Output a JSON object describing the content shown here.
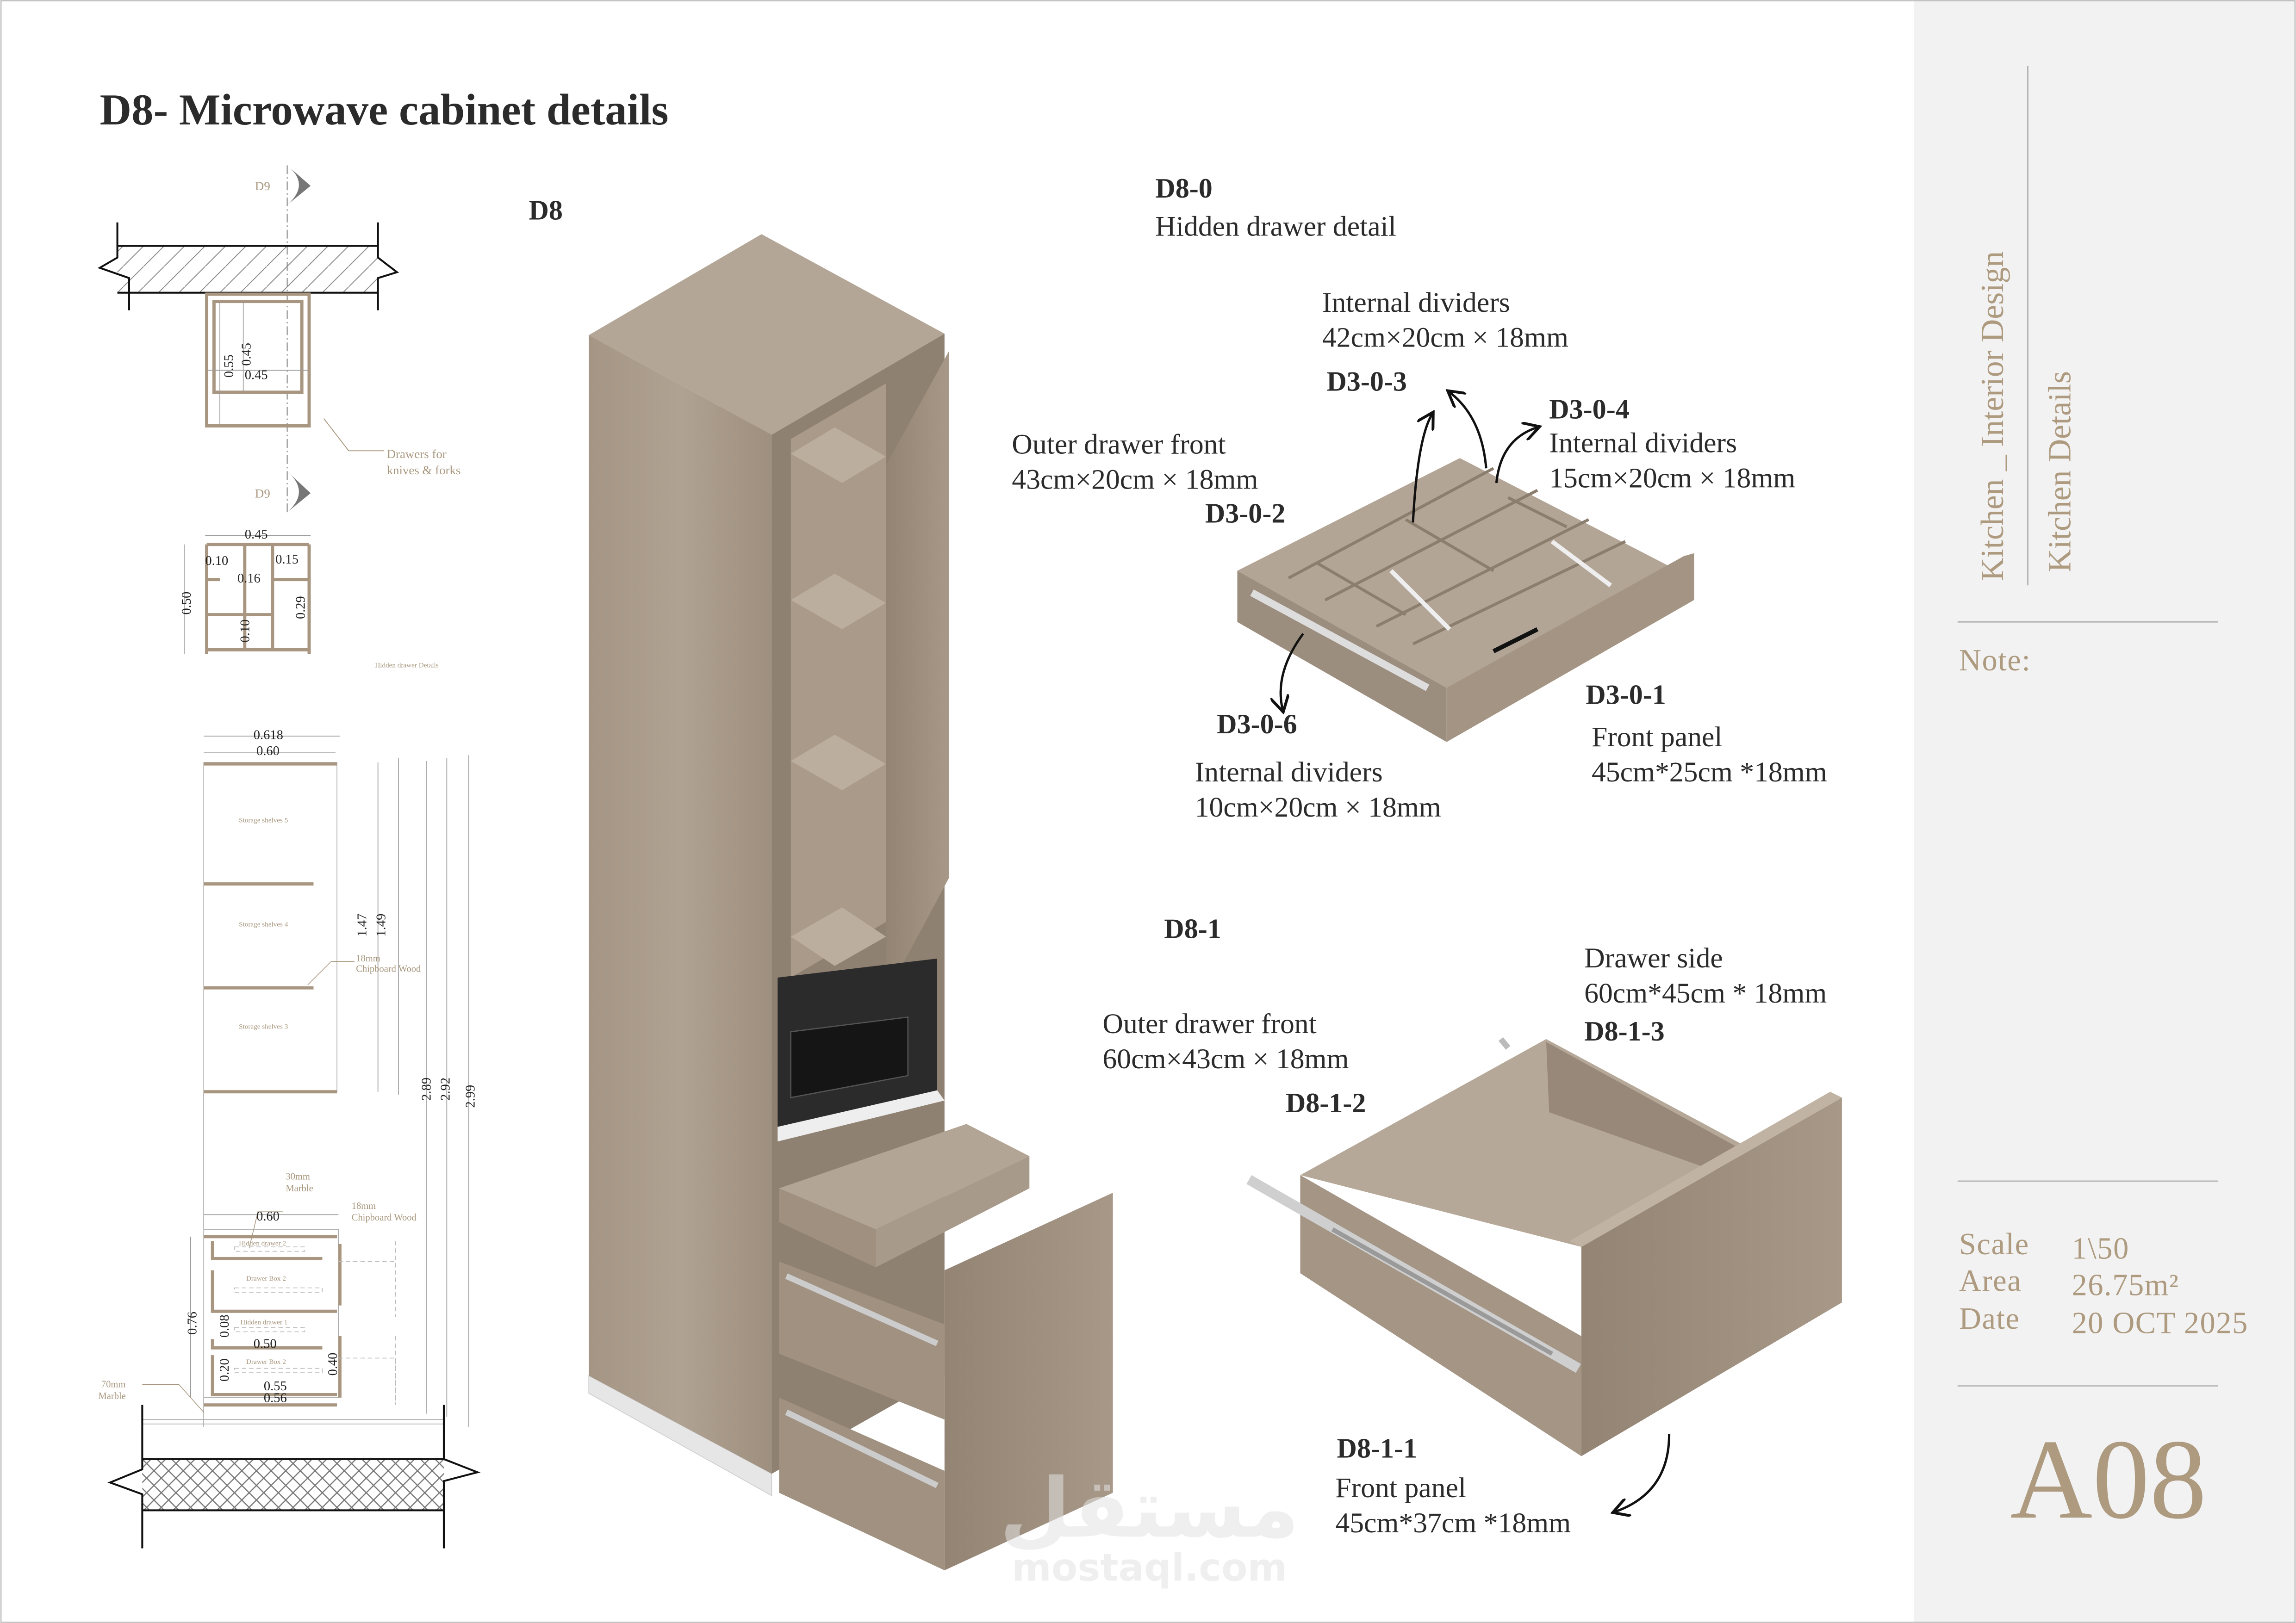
{
  "page": {
    "title": "D8- Microwave cabinet details",
    "main_view_label": "D8"
  },
  "technical_drawings": {
    "plan_upper": {
      "section_marker": "D9",
      "dims": [
        "0.55",
        "0.45",
        "0.45"
      ],
      "note_line1": "Drawers for",
      "note_line2": "knives & forks"
    },
    "plan_lower": {
      "section_marker": "D9",
      "dims": {
        "width": "0.45",
        "left_top": "0.10",
        "right_top": "0.15",
        "middle": "0.16",
        "height": "0.50",
        "right_height": "0.29",
        "bottom": "0.10"
      },
      "caption": "Hidden drawer Details"
    },
    "elevation": {
      "dims_top": [
        "0.618",
        "0.60"
      ],
      "shelves": [
        "Storage shelves 5",
        "Storage shelves 4",
        "Storage shelves 3"
      ],
      "dims_vertical": [
        "1.47",
        "1.49",
        "2.89",
        "2.92",
        "2.99"
      ],
      "note_chipboard_1": "18mm",
      "note_chipboard_2": "Chipboard Wood",
      "note_marble30_1": "30mm",
      "note_marble30_2": "Marble",
      "note_chipboard_b1": "18mm",
      "note_chipboard_b2": "Chipboard Wood",
      "note_marble70_1": "70mm",
      "note_marble70_2": "Marble",
      "lower_width": "0.60",
      "drawers": [
        "Hidden drawer 2",
        "Drawer  Box 2",
        "Hidden drawer 1",
        "Drawer  Box 2"
      ],
      "lower_dims": {
        "total": "0.76",
        "d008": "0.08",
        "d050": "0.50",
        "d020": "0.20",
        "d040": "0.40",
        "d055": "0.55",
        "d056": "0.56"
      }
    }
  },
  "d8_0": {
    "code": "D8-0",
    "subtitle": "Hidden drawer detail",
    "callouts": {
      "d3_0_3": {
        "code": "D3-0-3",
        "line1": "Internal dividers",
        "line2": "42cm×20cm × 18mm"
      },
      "d3_0_4": {
        "code": "D3-0-4",
        "line1": "Internal dividers",
        "line2": "15cm×20cm × 18mm"
      },
      "d3_0_2": {
        "code": "D3-0-2",
        "line1": "Outer drawer front",
        "line2": "43cm×20cm × 18mm"
      },
      "d3_0_6": {
        "code": "D3-0-6",
        "line1": "Internal dividers",
        "line2": "10cm×20cm × 18mm"
      },
      "d3_0_1": {
        "code": "D3-0-1",
        "line1": "Front panel",
        "line2": "45cm*25cm *18mm"
      }
    }
  },
  "d8_1": {
    "code": "D8-1",
    "callouts": {
      "d8_1_3": {
        "code": "D8-1-3",
        "line1": "Drawer side",
        "line2": "60cm*45cm * 18mm"
      },
      "d8_1_2": {
        "code": "D8-1-2",
        "line1": "Outer drawer front",
        "line2": "60cm×43cm × 18mm"
      },
      "d8_1_1": {
        "code": "D8-1-1",
        "line1": "Front panel",
        "line2": "45cm*37cm *18mm"
      }
    }
  },
  "watermark": {
    "arabic": "مستقل",
    "latin": "mostaql.com"
  },
  "sidebar": {
    "project": "Kitchen _ Interior Design",
    "sheet": "Kitchen Details",
    "note_label": "Note:",
    "meta": [
      {
        "label": "Scale",
        "value": "1\\50"
      },
      {
        "label": "Area",
        "value": "26.75m²"
      },
      {
        "label": "Date",
        "value": "20 OCT 2025"
      }
    ],
    "sheet_number": "A08"
  },
  "colors": {
    "accent": "#ad9a7f",
    "wood": "#a8998a",
    "panel": "#f2f2f2",
    "text": "#2b2b2b"
  }
}
